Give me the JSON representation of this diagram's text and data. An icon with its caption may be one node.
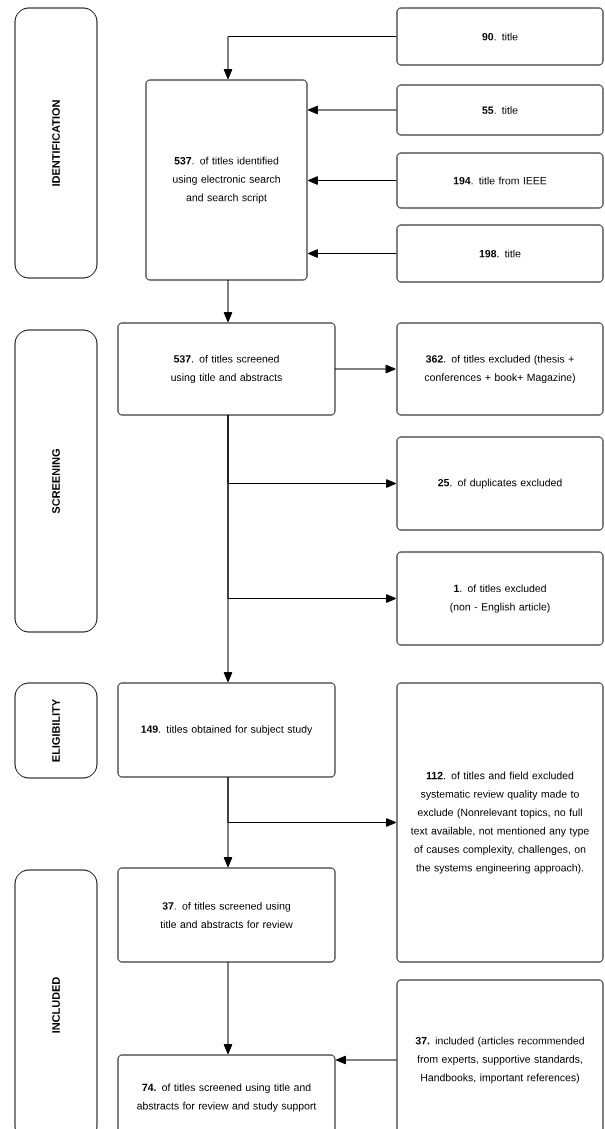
{
  "diagram": {
    "nodes": [
      {
        "text": [
          "IDENTIFICATION"
        ]
      },
      {
        "text": [
          "SCREENING"
        ]
      },
      {
        "text": [
          "ELIGIBILITY"
        ]
      },
      {
        "text": [
          "INCLUDED"
        ]
      },
      {
        "text": [
          "**90**. title"
        ]
      },
      {
        "text": [
          "**55**. title"
        ]
      },
      {
        "text": [
          "**194**. title from IEEE"
        ]
      },
      {
        "text": [
          "**198**. title"
        ]
      },
      {
        "text": [
          "**537**. of titles identified using electronic search and search script"
        ]
      },
      {
        "text": [
          "**537**. of titles screened using title and abstracts"
        ]
      },
      {
        "text": [
          "**362**. of titles excluded (thesis + conferences + book+ Magazine)"
        ]
      },
      {
        "text": [
          "**25**. of duplicates excluded"
        ]
      },
      {
        "text": [
          "**1**. of titles excluded (non - English article)"
        ]
      },
      {
        "text": [
          "**149**. titles obtained for subject study"
        ]
      },
      {
        "text": [
          "**112**. of titles and field excluded systematic review quality made to exclude (Nonrelevant topics, no full text available, not mentioned any type of causes complexity, challenges, on the systems engineering approach)."
        ]
      },
      {
        "text": [
          "**37**. of titles screened using title and abstracts for review"
        ]
      },
      {
        "text": [
          "**37.** included (articles recommended from experts, supportive standards, Handbooks, important references)"
        ]
      },
      {
        "text": [
          "**74.** of titles screened using title and abstracts for review and study support"
        ]
      }
    ],
    "edges": [
      {
        "from": 4,
        "to": 8,
        "arrow": "to"
      },
      {
        "from": 5,
        "to": 8,
        "arrow": "to"
      },
      {
        "from": 6,
        "to": 8,
        "arrow": "to"
      },
      {
        "from": 7,
        "to": 8,
        "arrow": "to"
      },
      {
        "from": 8,
        "to": 9,
        "arrow": "to"
      },
      {
        "from": 9,
        "to": 10,
        "arrow": "to"
      },
      {
        "from": 9,
        "to": 11,
        "arrow": "to"
      },
      {
        "from": 9,
        "to": 12,
        "arrow": "to"
      },
      {
        "from": 9,
        "to": 13,
        "arrow": "to"
      },
      {
        "from": 13,
        "to": 14,
        "arrow": "to"
      },
      {
        "from": 13,
        "to": 15,
        "arrow": "to"
      },
      {
        "from": 15,
        "to": 17,
        "arrow": "to"
      },
      {
        "from": 16,
        "to": 17,
        "arrow": "to"
      }
    ]
  }
}
